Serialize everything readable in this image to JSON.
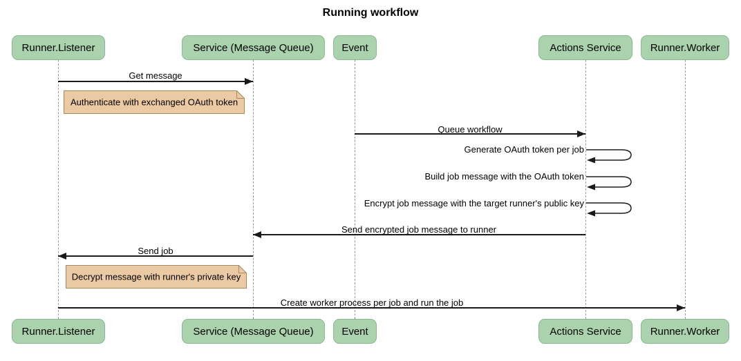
{
  "title": "Running workflow",
  "participants": [
    {
      "id": "runner-listener",
      "label": "Runner.Listener"
    },
    {
      "id": "service-message-queue",
      "label": "Service (Message Queue)"
    },
    {
      "id": "event",
      "label": "Event"
    },
    {
      "id": "actions-service",
      "label": "Actions Service"
    },
    {
      "id": "runner-worker",
      "label": "Runner.Worker"
    }
  ],
  "messages": [
    {
      "label": "Get message",
      "from": "Runner.Listener",
      "to": "Service (Message Queue)",
      "direction": "right"
    },
    {
      "label": "Queue workflow",
      "from": "Event",
      "to": "Actions Service",
      "direction": "right"
    },
    {
      "label": "Generate OAuth token per job",
      "from": "Actions Service",
      "to": "Actions Service",
      "direction": "self"
    },
    {
      "label": "Build job message with the OAuth token",
      "from": "Actions Service",
      "to": "Actions Service",
      "direction": "self"
    },
    {
      "label": "Encrypt job message with the target runner's public key",
      "from": "Actions Service",
      "to": "Actions Service",
      "direction": "self"
    },
    {
      "label": "Send encrypted job message to runner",
      "from": "Actions Service",
      "to": "Service (Message Queue)",
      "direction": "left"
    },
    {
      "label": "Send job",
      "from": "Service (Message Queue)",
      "to": "Runner.Listener",
      "direction": "left"
    },
    {
      "label": "Create worker process per job and run the job",
      "from": "Runner.Listener",
      "to": "Runner.Worker",
      "direction": "right"
    }
  ],
  "notes": [
    {
      "label": "Authenticate with exchanged OAuth token",
      "position": "right of Runner.Listener"
    },
    {
      "label": "Decrypt message with runner's private key",
      "position": "right of Runner.Listener"
    }
  ],
  "colors": {
    "background": "#ffffff",
    "participant_fill": "#a9d2ad",
    "participant_border": "#8ab98f",
    "note_fill": "#eac9a3",
    "note_border": "#a6895f",
    "lifeline": "#999999",
    "message_line": "#1a1a1a",
    "text": "#000000"
  }
}
